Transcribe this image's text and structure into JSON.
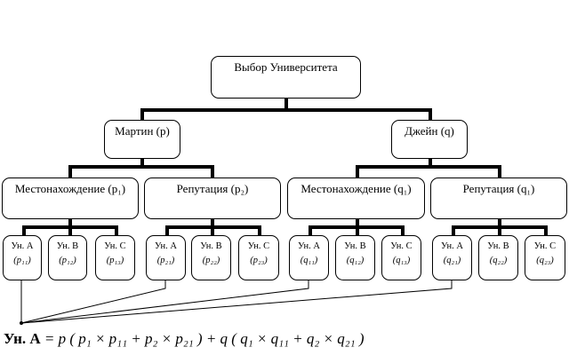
{
  "root": {
    "label": "Выбор Университета"
  },
  "level1": [
    {
      "label": "Мартин (p)"
    },
    {
      "label": "Джейн (q)"
    }
  ],
  "level2": [
    {
      "label": "Местонахождение (p₁)"
    },
    {
      "label": "Репутация (p₂)"
    },
    {
      "label": "Местонахождение (q₁)"
    },
    {
      "label": "Репутация (q₁)"
    }
  ],
  "leaves": [
    {
      "label": "Ун. А",
      "var": "(p₁₁)"
    },
    {
      "label": "Ун. В",
      "var": "(p₁₂)"
    },
    {
      "label": "Ун. С",
      "var": "(p₁₃)"
    },
    {
      "label": "Ун. А",
      "var": "(p₂₁)"
    },
    {
      "label": "Ун. В",
      "var": "(p₂₂)"
    },
    {
      "label": "Ун. С",
      "var": "(p₂₃)"
    },
    {
      "label": "Ун. А",
      "var": "(q₁₁)"
    },
    {
      "label": "Ун. В",
      "var": "(q₁₂)"
    },
    {
      "label": "Ун. С",
      "var": "(q₁₃)"
    },
    {
      "label": "Ун. А",
      "var": "(q₂₁)"
    },
    {
      "label": "Ун. В",
      "var": "(q₂₂)"
    },
    {
      "label": "Ун. С",
      "var": "(q₂₃)"
    }
  ],
  "formula": {
    "lead": "Ун. А",
    "expression": "= p ( p₁ × p₁₁ + p₂ × p₂₁ ) + q ( q₁ × q₁₁ + q₂ × q₂₁ )"
  }
}
